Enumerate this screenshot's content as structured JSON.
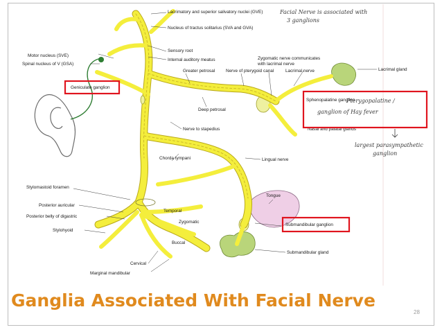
{
  "slide": {
    "caption": "Ganglia Associated With Facial Nerve",
    "page_number": "28"
  },
  "labels": {
    "lacrimatory_nuclei": "Lacrimatory and superior salivatory nuclei (GVE)",
    "nucleus_tractus": "Nucleus of tractus solitarius (SVA and GVA)",
    "sensory_root": "Sensory root",
    "internal_auditory": "Internal auditory meatus",
    "motor_nucleus": "Motor nucleus (SVE)",
    "spinal_nucleus": "Spinal nucleus of V (GSA)",
    "greater_petrosal": "Greater petrosal",
    "nerve_pterygoid": "Nerve of pterygoid canal",
    "zygomatic_communicates_1": "Zygomatic nerve communicates",
    "zygomatic_communicates_2": "with lacrimal nerve",
    "lacrimal_nerve": "Lacrimal nerve",
    "lacrimal_gland": "Lacrimal gland",
    "geniculate_ganglion": "Geniculate ganglion",
    "sphenopalatine_ganglion": "Sphenopalatine ganglion",
    "nasal_palatal": "Nasal and palatal glands",
    "deep_petrosal": "Deep petrosal",
    "nerve_stapedius": "Nerve to stapedius",
    "chorda_tympani": "Chorda tympani",
    "lingual_nerve": "Lingual nerve",
    "stylomastoid": "Stylomastoid foramen",
    "posterior_auricular": "Posterior auricular",
    "posterior_digastric": "Posterior belly of digastric",
    "stylohyoid": "Stylohyoid",
    "tongue": "Tongue",
    "temporal": "Temporal",
    "zygomatic": "Zygomatic",
    "submandibular_ganglion": "Submandibular ganglion",
    "buccal": "Buccal",
    "submandibular_gland": "Submandibular gland",
    "cervical": "Cervical",
    "marginal_mandibular": "Marginal mandibular"
  },
  "handwritten": {
    "top_note_1": "Facial Nerve is associated with",
    "top_note_2": "3 ganglions",
    "side_note_1": "Pterygopalatine /",
    "side_note_2": "ganglion of Hay fever",
    "bottom_note_1": "largest parasympathetic",
    "bottom_note_2": "ganglion"
  },
  "colors": {
    "nerve": "#f4ee3c",
    "nerve_outline": "#b8a81a",
    "highlight_box": "#e0141e",
    "caption": "#e08a1e",
    "gland": "#b9d57a",
    "tongue": "#efcfe6",
    "green_line": "#2e7d32"
  }
}
